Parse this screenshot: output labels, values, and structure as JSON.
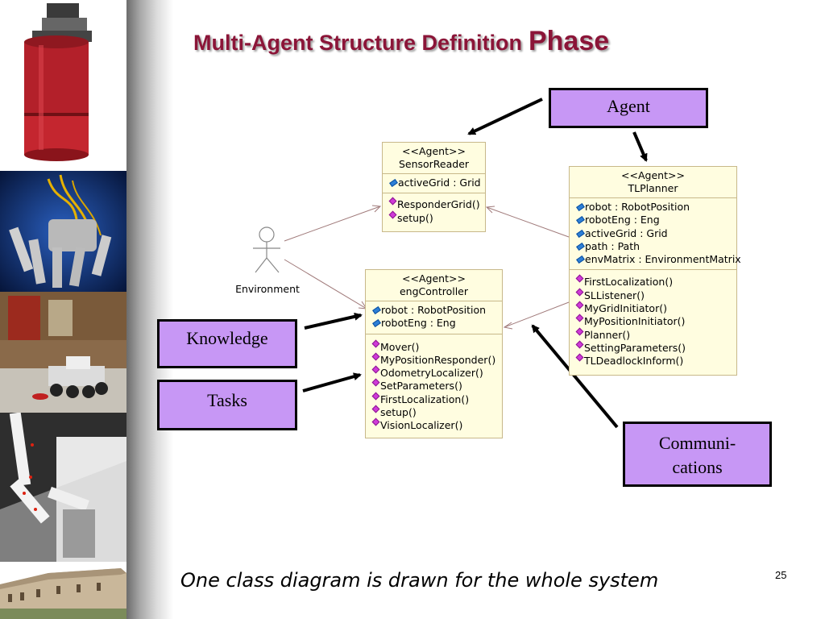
{
  "slide": {
    "title_part1": "Multi-Agent Structure Definition",
    "title_part2": "Phase",
    "caption": "One class diagram is drawn for the whole system",
    "page_number": "25"
  },
  "labels": {
    "agent": "Agent",
    "knowledge": "Knowledge",
    "tasks": "Tasks",
    "communications_line1": "Communi-",
    "communications_line2": "cations"
  },
  "actor": {
    "name": "Environment"
  },
  "classes": {
    "sensor_reader": {
      "stereotype": "<<Agent>>",
      "name": "SensorReader",
      "attributes": [
        "activeGrid : Grid"
      ],
      "operations": [
        "ResponderGrid()",
        "setup()"
      ]
    },
    "eng_controller": {
      "stereotype": "<<Agent>>",
      "name": "engController",
      "attributes": [
        "robot : RobotPosition",
        "robotEng : Eng"
      ],
      "operations": [
        "Mover()",
        "MyPositionResponder()",
        "OdometryLocalizer()",
        "SetParameters()",
        "FirstLocalization()",
        "setup()",
        "VisionLocalizer()"
      ]
    },
    "tl_planner": {
      "stereotype": "<<Agent>>",
      "name": "TLPlanner",
      "attributes": [
        "robot : RobotPosition",
        "robotEng : Eng",
        "activeGrid : Grid",
        "path : Path",
        "envMatrix : EnvironmentMatrix"
      ],
      "operations": [
        "FirstLocalization()",
        "SLListener()",
        "MyGridInitiator()",
        "MyPositionInitiator()",
        "Planner()",
        "SettingParameters()",
        "TLDeadlockInform()"
      ]
    }
  },
  "colors": {
    "title": "#8b1538",
    "label_fill": "#c797f5",
    "class_fill": "#fffde0",
    "association_line": "#a07a7a"
  }
}
